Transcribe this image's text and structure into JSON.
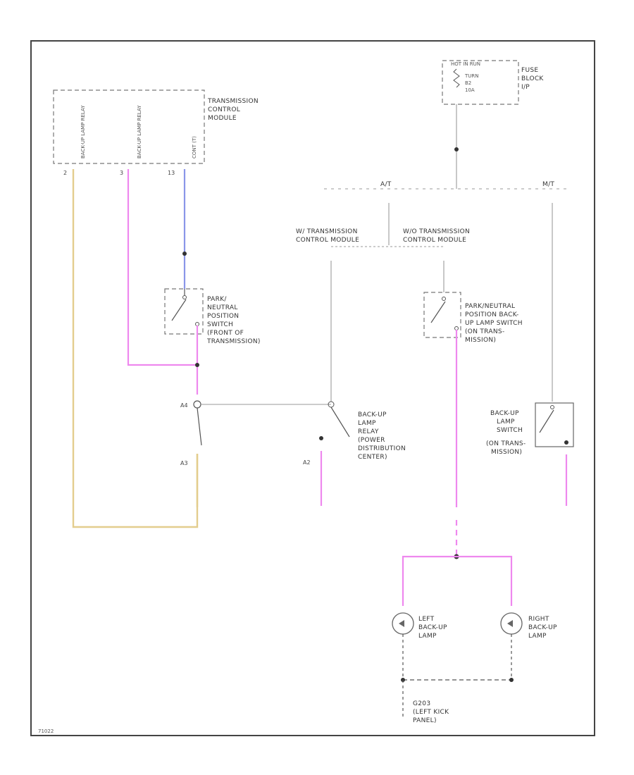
{
  "diagram": {
    "tcm_label": [
      "TRANSMISSION",
      "CONTROL",
      "MODULE"
    ],
    "tcm_pins": [
      "BACK-UP LAMP RELAY",
      "BACK-UP LAMP RELAY",
      "CONT (T)"
    ],
    "tcm_pin_numbers": [
      "2",
      "3",
      "13"
    ],
    "fuse_label": [
      "FUSE",
      "BLOCK",
      "I/P"
    ],
    "fuse_inner": [
      "HOT IN RUN",
      "TURN",
      "B2",
      "10A"
    ],
    "branch_at": "A/T",
    "branch_mt": "M/T",
    "wo_tcm": [
      "W/ TRANSMISSION",
      "CONTROL MODULE"
    ],
    "wo_tcm2": [
      "W/O TRANSMISSION",
      "CONTROL MODULE"
    ],
    "pnp_switch_1": [
      "PARK/",
      "NEUTRAL",
      "POSITION",
      "SWITCH",
      "(FRONT OF",
      "TRANSMISSION)"
    ],
    "pnp_switch_2": [
      "PARK/NEUTRAL",
      "POSITION BACK-",
      "UP LAMP SWITCH",
      "(ON TRANS-",
      "MISSION)"
    ],
    "relay_label": [
      "BACK-UP",
      "LAMP",
      "RELAY",
      "(POWER",
      "DISTRIBUTION",
      "CENTER)"
    ],
    "mt_switch_label": [
      "BACK-UP",
      "LAMP",
      "SWITCH",
      "(ON TRANS-",
      "MISSION)"
    ],
    "left_lamp": [
      "LEFT",
      "BACK-UP",
      "LAMP"
    ],
    "right_lamp": [
      "RIGHT",
      "BACK-UP",
      "LAMP"
    ],
    "ground_label": [
      "G203",
      "(LEFT KICK",
      "PANEL)"
    ],
    "pin_a4": "A4",
    "pin_a3": "A3",
    "pin_a2": "A2",
    "corner_code": "71022"
  }
}
